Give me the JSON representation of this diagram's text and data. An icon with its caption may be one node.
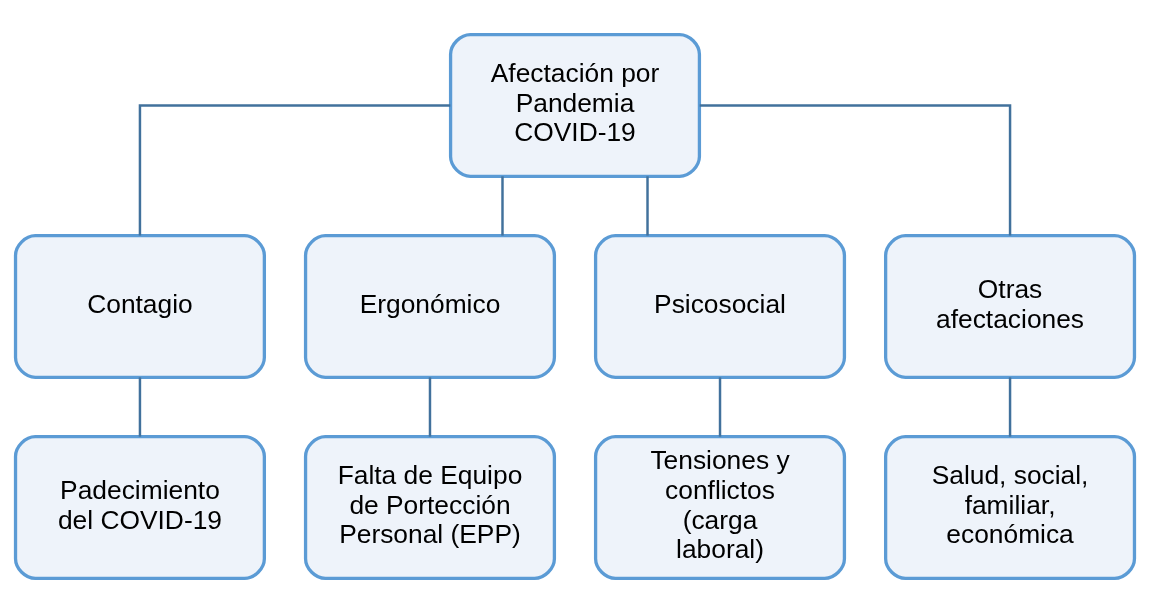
{
  "diagram": {
    "nodes": [
      {
        "text": [
          "Afectación por Pandemia COVID-19"
        ]
      },
      {
        "text": [
          "Contagio"
        ]
      },
      {
        "text": [
          "Ergonómico"
        ]
      },
      {
        "text": [
          "Psicosocial"
        ]
      },
      {
        "text": [
          "Otras afectaciones"
        ]
      },
      {
        "text": [
          "Padecimiento del COVID-19"
        ]
      },
      {
        "text": [
          "Falta de Equipo de Portección Personal (EPP)"
        ]
      },
      {
        "text": [
          "Tensiones y conflictos (carga laboral)"
        ]
      },
      {
        "text": [
          "Salud, social, familiar, económica"
        ]
      }
    ],
    "edges": [
      {
        "from": 0,
        "to": 1,
        "arrow": "none"
      },
      {
        "from": 0,
        "to": 2,
        "arrow": "none"
      },
      {
        "from": 0,
        "to": 3,
        "arrow": "none"
      },
      {
        "from": 0,
        "to": 4,
        "arrow": "none"
      },
      {
        "from": 1,
        "to": 5,
        "arrow": "none"
      },
      {
        "from": 2,
        "to": 6,
        "arrow": "none"
      },
      {
        "from": 3,
        "to": 7,
        "arrow": "none"
      },
      {
        "from": 4,
        "to": 8,
        "arrow": "none"
      }
    ]
  }
}
